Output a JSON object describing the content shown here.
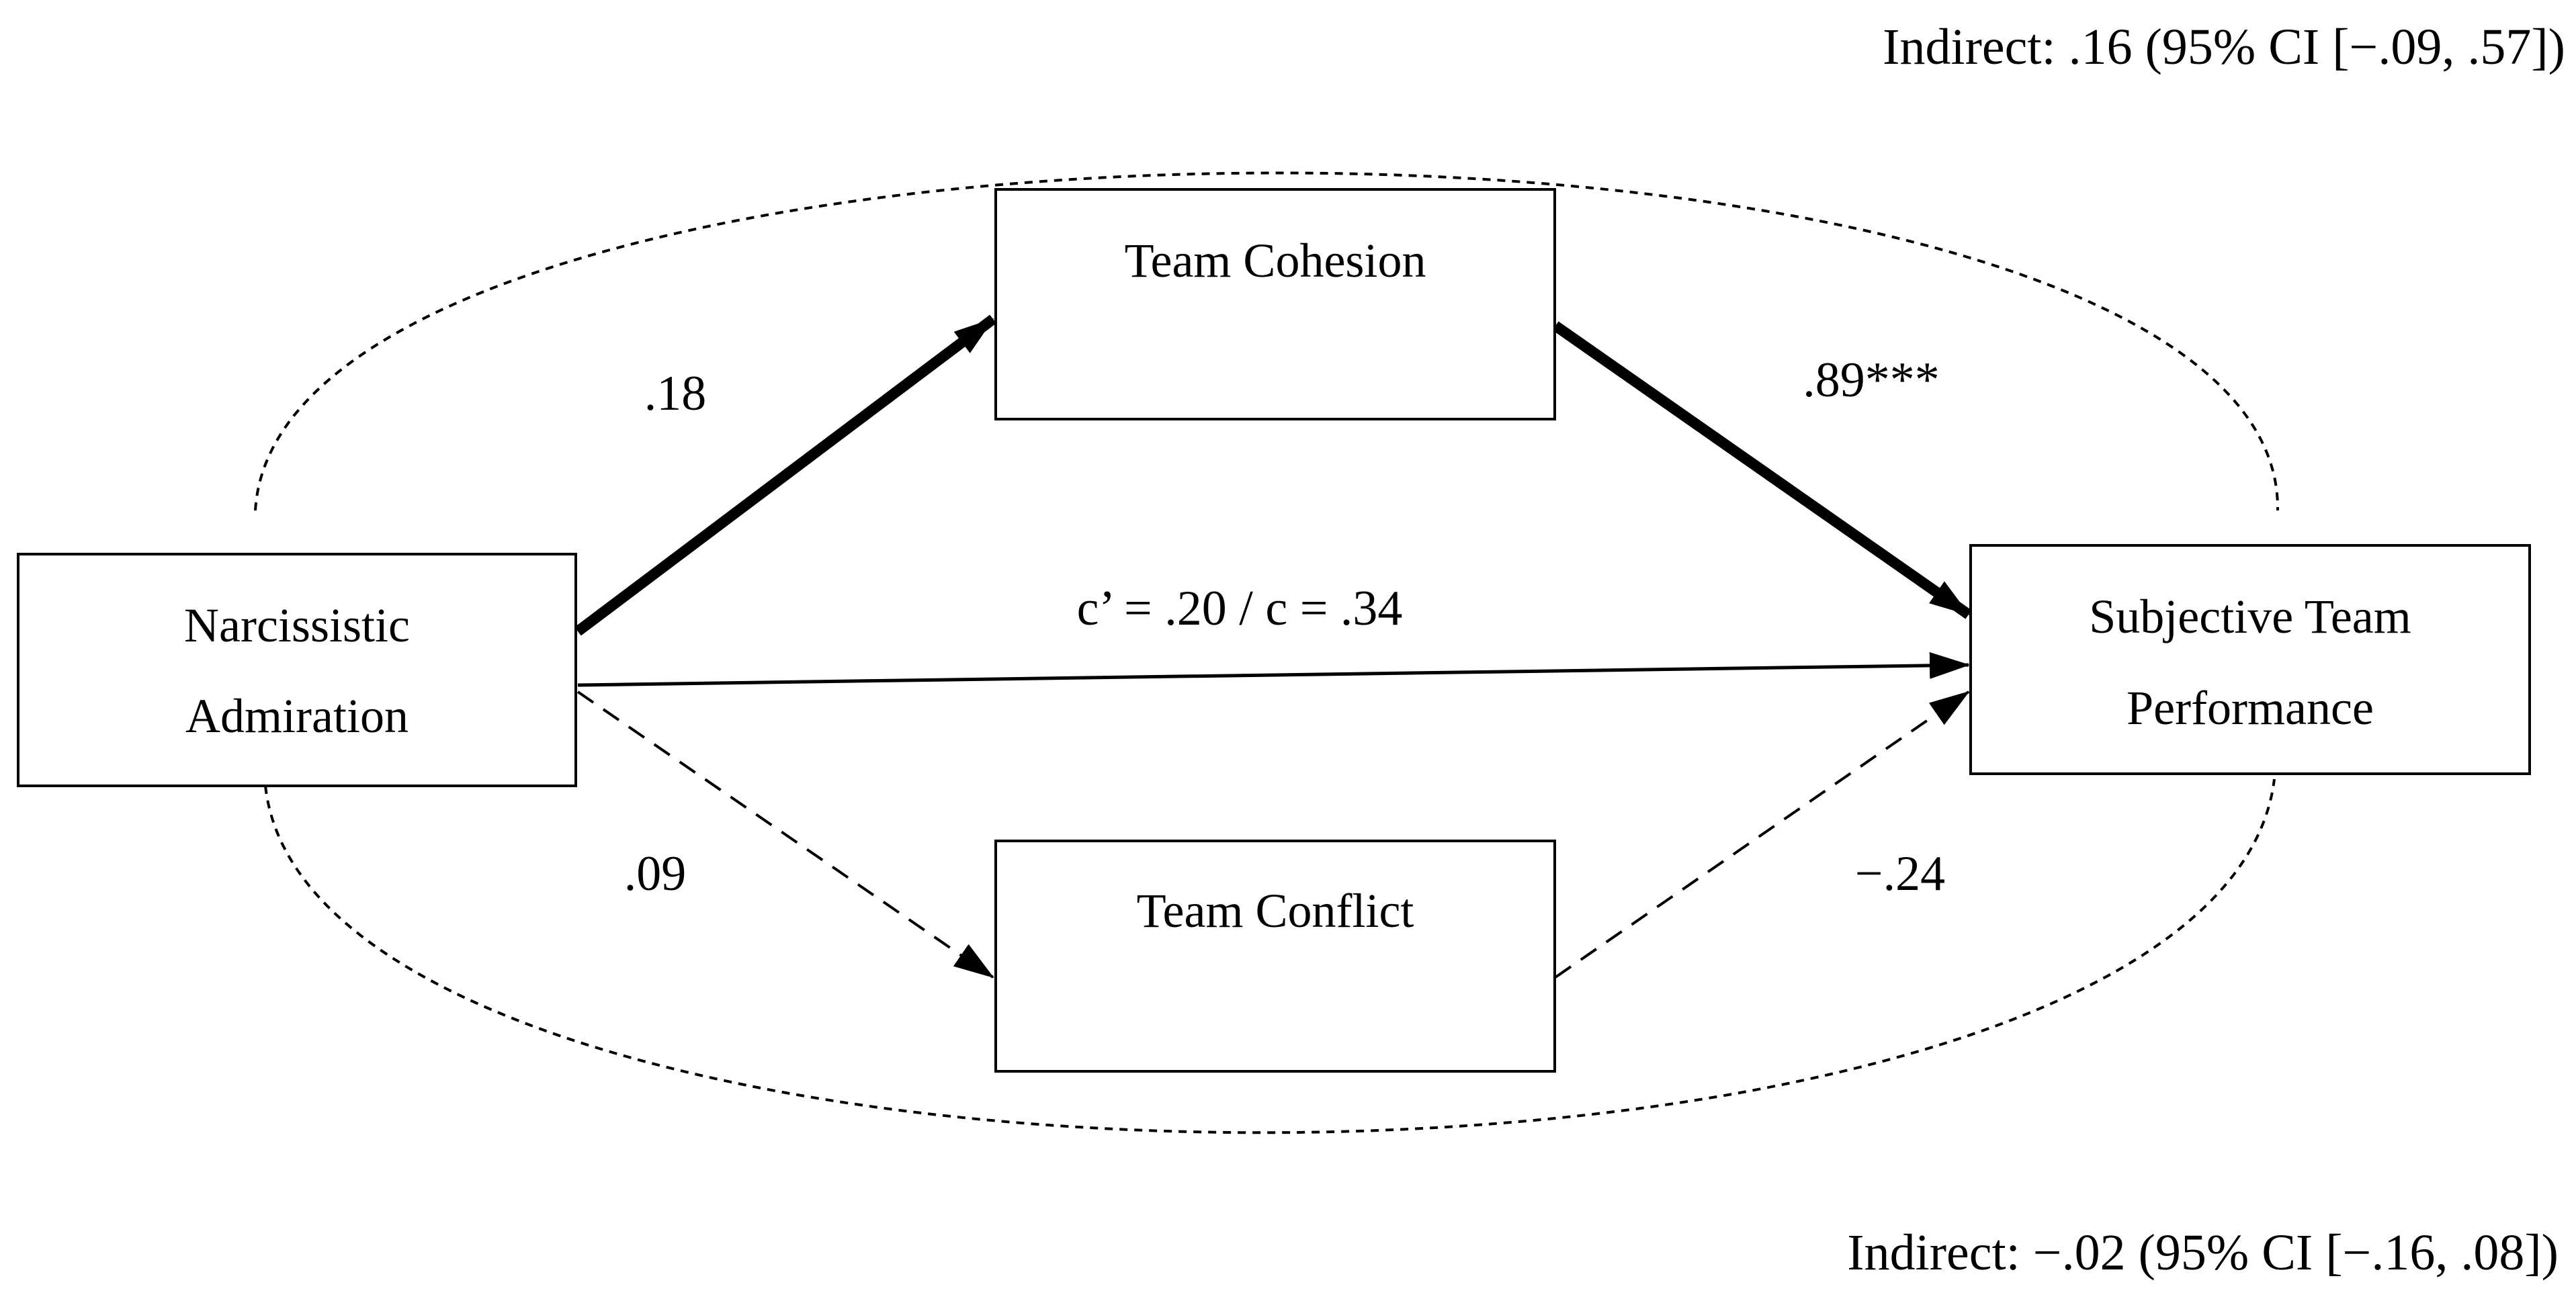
{
  "nodes": {
    "predictor": {
      "lines": [
        "Narcissistic",
        "Admiration"
      ]
    },
    "mediator_top": {
      "lines": [
        "Team Cohesion"
      ]
    },
    "mediator_bottom": {
      "lines": [
        "Team Conflict"
      ]
    },
    "outcome": {
      "lines": [
        "Subjective Team",
        "Performance"
      ]
    }
  },
  "paths": {
    "a1": {
      "label": ".18",
      "style": "bold"
    },
    "b1": {
      "label": ".89***",
      "style": "bold"
    },
    "direct": {
      "label": "c’ = .20 / c = .34",
      "style": "solid"
    },
    "a2": {
      "label": ".09",
      "style": "dashed"
    },
    "b2": {
      "label": "−.24",
      "style": "dashed"
    }
  },
  "indirect_effects": {
    "top": "Indirect: .16 (95% CI [−.09, .57])",
    "bottom": "Indirect: −.02 (95% CI [−.16, .08])"
  },
  "colors": {
    "line": "#000000",
    "background": "#ffffff"
  }
}
